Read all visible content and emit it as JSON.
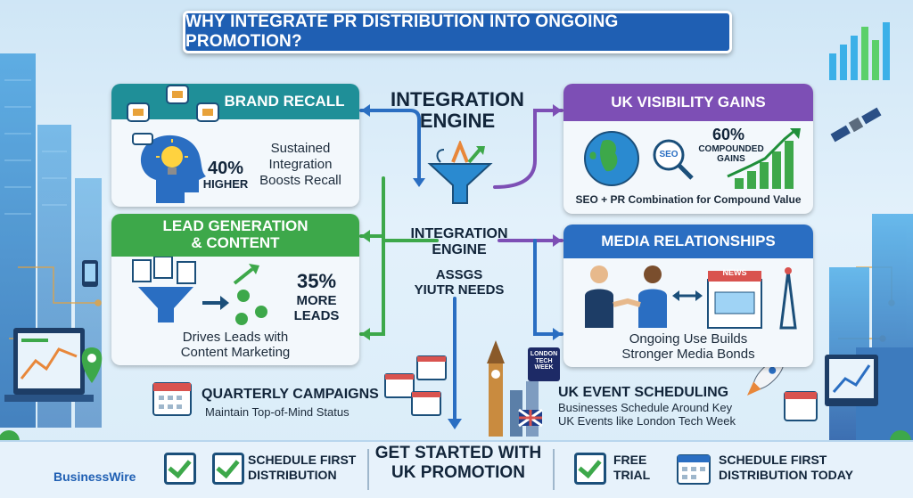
{
  "banner": {
    "title": "WHY INTEGRATE PR DISTRIBUTION INTO ONGOING PROMOTION?"
  },
  "brand_recall": {
    "title": "BRAND RECALL",
    "stat": "40%",
    "stat_sub": "HIGHER",
    "desc_lines": [
      "Sustained",
      "Integration",
      "Boosts Recall"
    ]
  },
  "lead_gen": {
    "title_lines": [
      "LEAD GENERATION",
      "& CONTENT"
    ],
    "stat": "35%",
    "stat_sub_lines": [
      "MORE",
      "LEADS"
    ],
    "desc_lines": [
      "Drives Leads with",
      "Content Marketing"
    ]
  },
  "uk_visibility": {
    "title": "UK VISIBILITY GAINS",
    "stat": "60%",
    "stat_sub_lines": [
      "COMPOUNDED",
      "GAINS"
    ],
    "seo_label": "SEO",
    "desc": "SEO + PR Combination for Compound Value"
  },
  "media": {
    "title": "MEDIA RELATIONSHIPS",
    "news_label": "NEWS",
    "desc_lines": [
      "Ongoing Use Builds",
      "Stronger Media Bonds"
    ]
  },
  "engine": {
    "top_lines": [
      "INTEGRATION",
      "ENGINE"
    ],
    "mid_lines": [
      "INTEGRATION",
      "ENGINE"
    ],
    "sub_lines": [
      "ASSGS",
      "YIUTR NEEDS"
    ]
  },
  "quarterly": {
    "title": "QUARTERLY CAMPAIGNS",
    "desc": "Maintain Top-of-Mind Status"
  },
  "uk_event": {
    "title": "UK EVENT SCHEDULING",
    "desc_lines": [
      "Businesses Schedule Around Key",
      "UK Events like London Tech Week"
    ],
    "sign_lines": [
      "LONDON",
      "TECH",
      "WEEK"
    ]
  },
  "footer": {
    "brand": "BusinessWire",
    "schedule_first_lines": [
      "SCHEDULE FIRST",
      "DISTRIBUTION"
    ],
    "get_started_lines": [
      "GET STARTED WITH",
      "UK PROMOTION"
    ],
    "free_trial_lines": [
      "FREE",
      "TRIAL"
    ],
    "schedule_today_lines": [
      "SCHEDULE FIRST",
      "DISTRIBUTION TODAY"
    ]
  },
  "colors": {
    "banner": "#1f5fb3",
    "teal": "#1f8f98",
    "green": "#3da84a",
    "purple": "#7d4fb5",
    "blue": "#2a6ec2"
  }
}
